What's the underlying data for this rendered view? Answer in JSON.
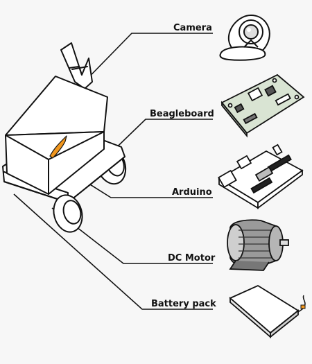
{
  "colors": {
    "background": "#f7f7f7",
    "ink": "#111111",
    "board_green": "#d9e4d3",
    "fish_orange": "#f0961e"
  },
  "labels": {
    "camera": "Camera",
    "beagleboard": "Beagleboard",
    "arduino": "Arduino",
    "dc_motor": "DC Motor",
    "battery_pack": "Battery pack"
  }
}
